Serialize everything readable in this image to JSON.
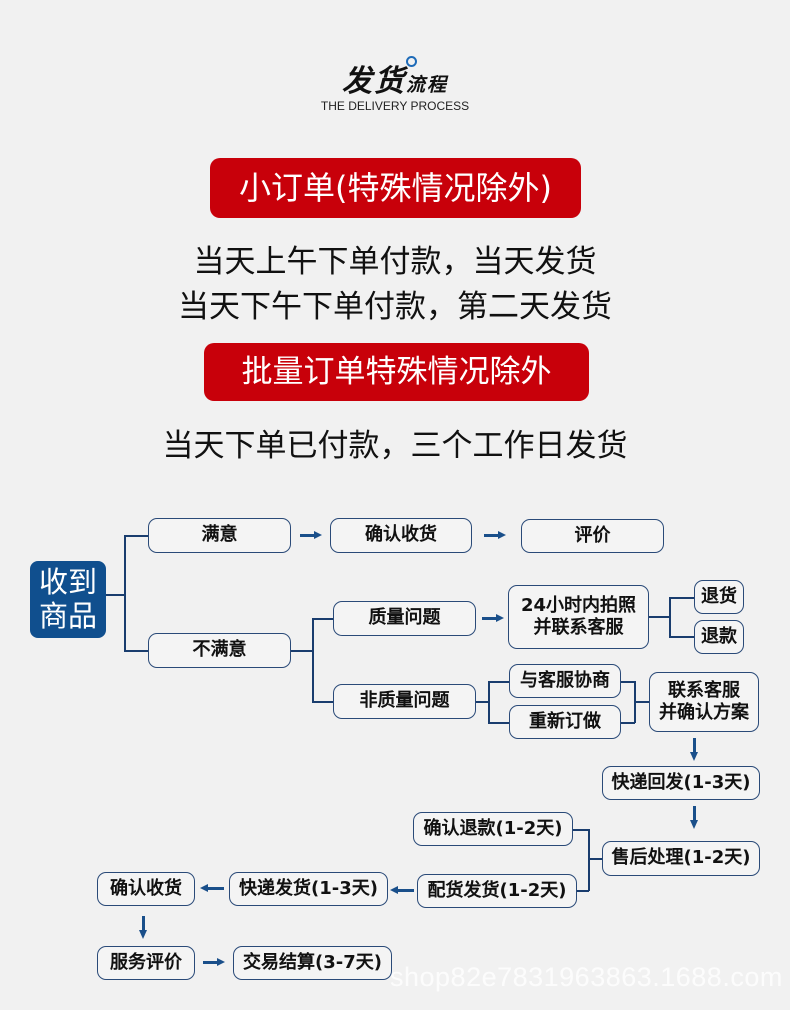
{
  "header": {
    "title_main": "发货",
    "title_sub": "流程",
    "title_en": "THE DELIVERY PROCESS"
  },
  "small_orders": {
    "banner": "小订单(特殊情况除外)",
    "lines": [
      "当天上午下单付款，当天发货",
      "当天下午下单付款，第二天发货"
    ]
  },
  "bulk_orders": {
    "banner": "批量订单特殊情况除外",
    "lines": [
      "当天下单已付款，三个工作日发货"
    ]
  },
  "flow": {
    "root": [
      "收到",
      "商品"
    ],
    "satisfied": "满意",
    "confirm_receipt_top": "确认收货",
    "review": "评价",
    "unsatisfied": "不满意",
    "quality_issue": "质量问题",
    "photo_contact": [
      "24小时内拍照",
      "并联系客服"
    ],
    "return_goods": "退货",
    "refund": "退款",
    "non_quality_issue": "非质量问题",
    "negotiate": "与客服协商",
    "remake": "重新订做",
    "contact_confirm": [
      "联系客服",
      "并确认方案"
    ],
    "express_return": "快递回发(1-3天)",
    "after_sales": "售后处理(1-2天)",
    "confirm_refund": "确认退款(1-2天)",
    "prepare_ship": "配货发货(1-2天)",
    "express_ship": "快递发货(1-3天)",
    "confirm_receipt_bottom": "确认收货",
    "service_review": "服务评价",
    "settlement": "交易结算(3-7天)"
  },
  "watermark": "shop82e7831963863.1688.com",
  "colors": {
    "banner_red": "#c8000a",
    "root_blue": "#104f8e",
    "line_navy": "#1a3d6e",
    "background": "#f1f1f1"
  }
}
